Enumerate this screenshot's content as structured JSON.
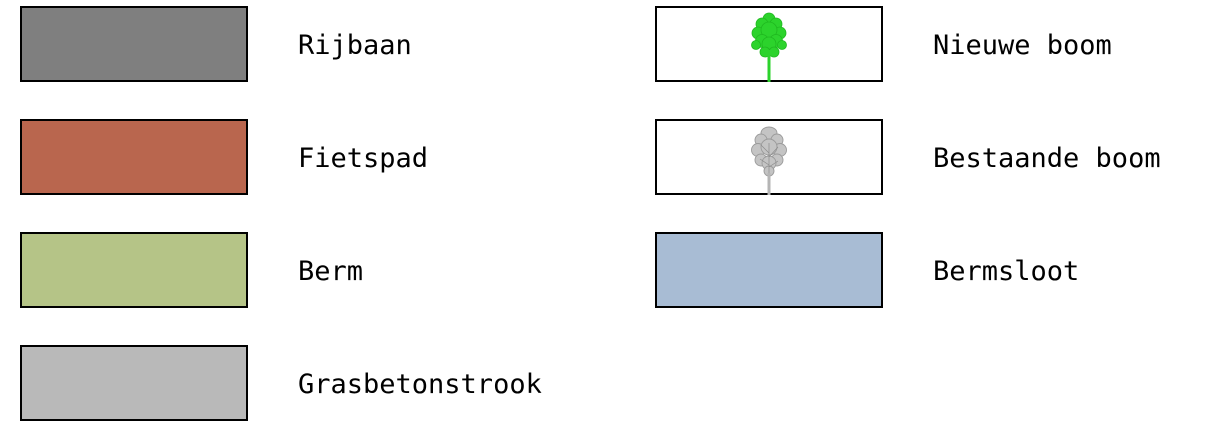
{
  "legend": {
    "items": [
      {
        "label": "Rijbaan",
        "fill": "#7f7f7f"
      },
      {
        "label": "Fietspad",
        "fill": "#b9664e"
      },
      {
        "label": "Berm",
        "fill": "#b5c487"
      },
      {
        "label": "Grasbetonstrook",
        "fill": "#b9b9b9"
      },
      {
        "label": "Nieuwe boom",
        "icon": "new-tree-icon",
        "color": "#2cd32c"
      },
      {
        "label": "Bestaande boom",
        "icon": "existing-tree-icon",
        "color": "#b5b5b5"
      },
      {
        "label": "Bermsloot",
        "fill": "#a8bcd4"
      }
    ]
  }
}
